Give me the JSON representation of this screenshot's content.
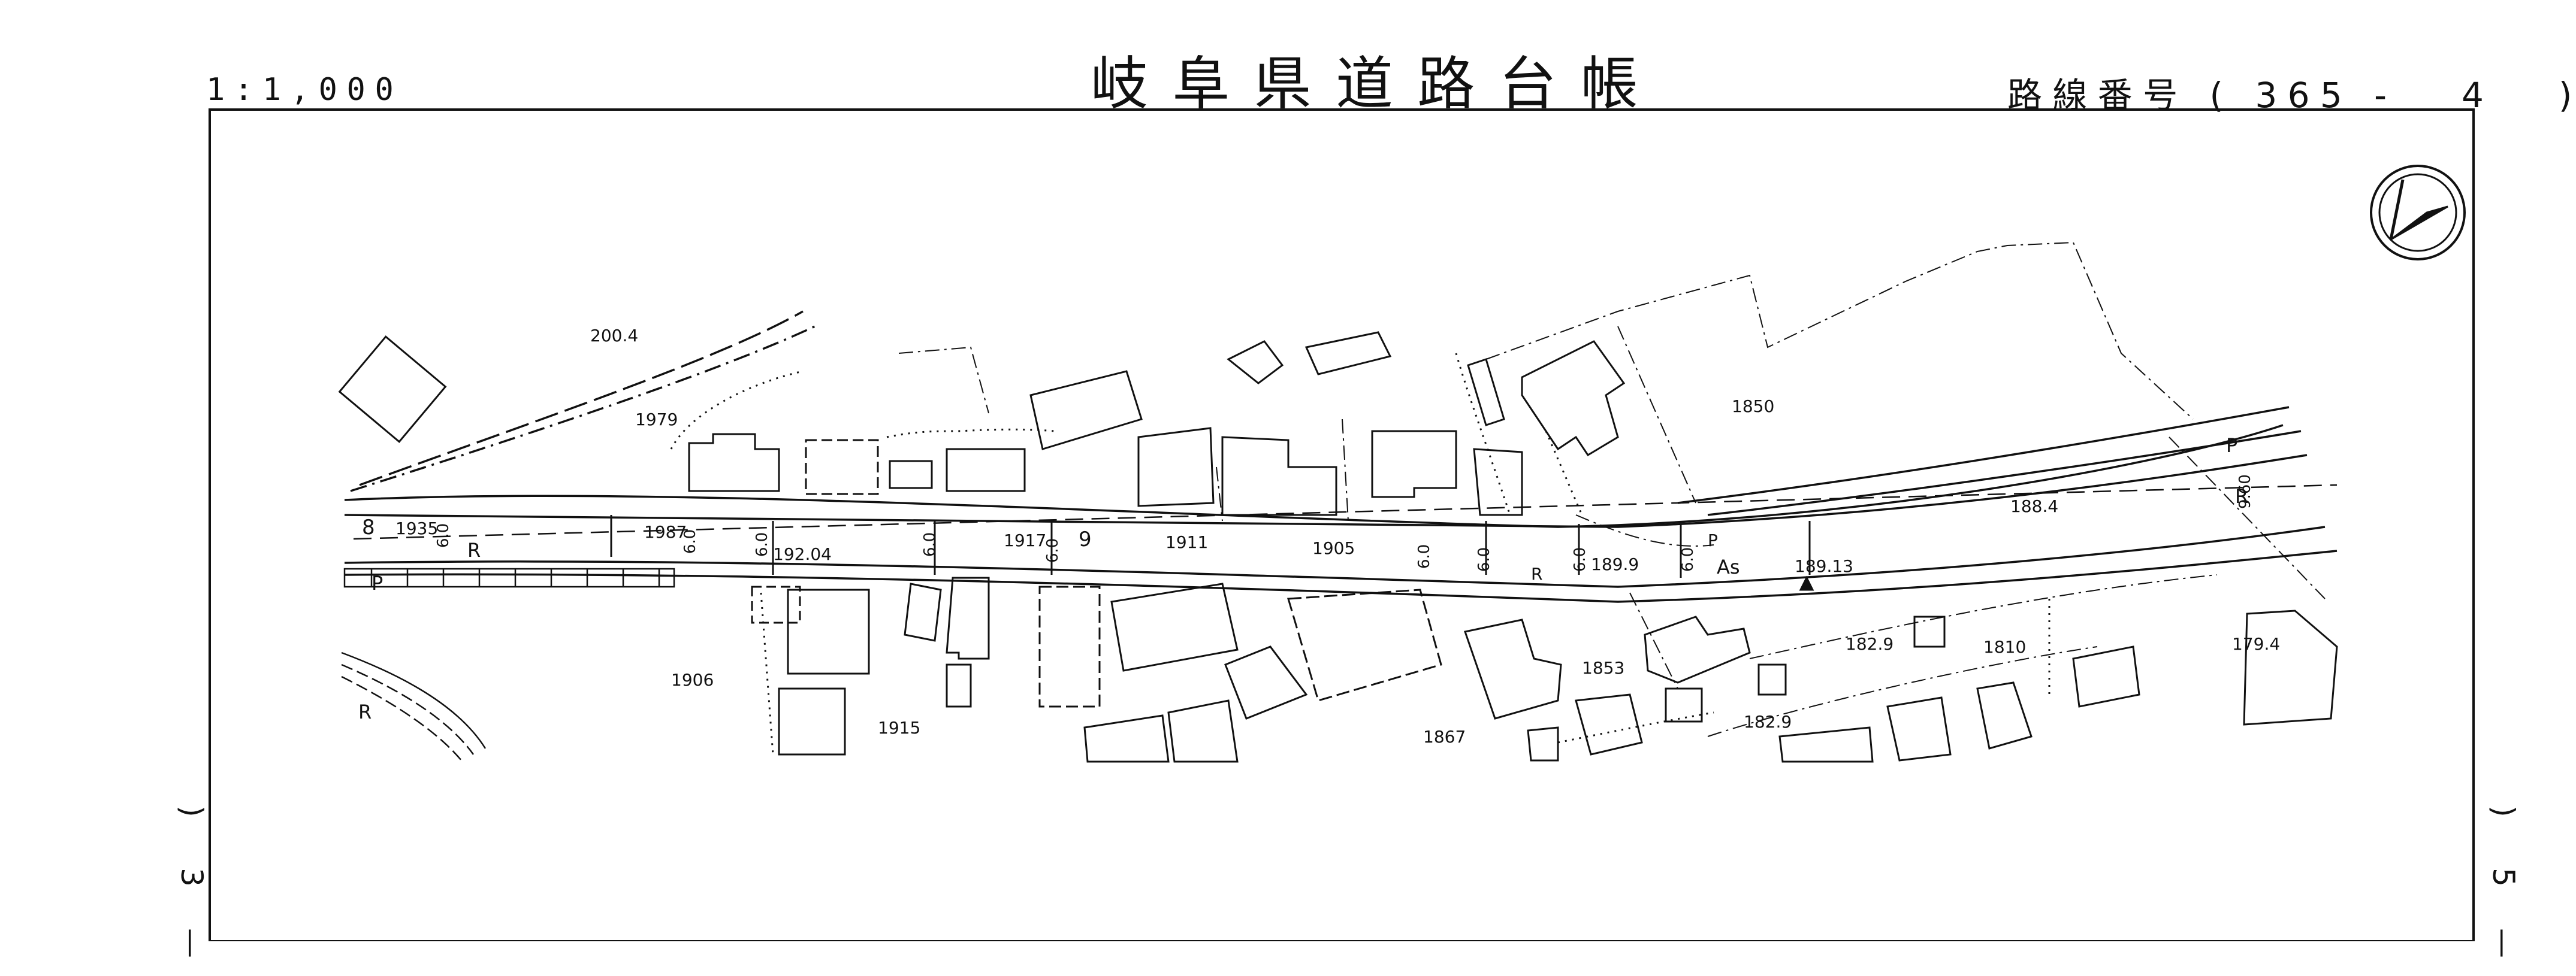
{
  "header": {
    "title": "岐阜県道路台帳",
    "scale": "1:1,000",
    "route_prefix": "路線番号",
    "route_open": "(",
    "route_number": "365",
    "route_dash": "-",
    "route_sheet": "4",
    "route_close": ")"
  },
  "margins": {
    "left_sheet": {
      "open": ")",
      "num": "3",
      "dash": "—"
    },
    "right_sheet": {
      "open": ")",
      "num": "5",
      "dash": "—"
    }
  },
  "map": {
    "labels": {
      "l1979": "1979",
      "l2004": "200.4",
      "l1935": "1935",
      "l1987": "1987",
      "l9204": "192.04",
      "l1917": "1917",
      "l9": "9",
      "l1911": "1911",
      "l1905": "1905",
      "l1899": "189.9",
      "lAs": "As",
      "l18913": "189.13",
      "l1850": "1850",
      "l1884": "188.4",
      "l1829a": "182.9",
      "l1810": "1810",
      "l1794": "179.4",
      "l1853": "1853",
      "l1829b": "182.9",
      "l1867": "1867",
      "l1915": "1915",
      "l1906": "1906",
      "lR1": "R",
      "lR2": "R",
      "lR3": "R",
      "lR4": "R",
      "lP1": "P",
      "lP2": "P",
      "lP3": "P",
      "l8": "8",
      "w60a": "6.0",
      "w60b": "6.0",
      "w60c": "6.0",
      "w60d": "6.0",
      "w60e": "6.0",
      "w60f": "6.0",
      "w60g": "6.0",
      "w60h": "6.0",
      "w60i": "6.0",
      "w960": "9.60"
    },
    "colors": {
      "ink": "#111111",
      "paper": "#ffffff"
    }
  }
}
